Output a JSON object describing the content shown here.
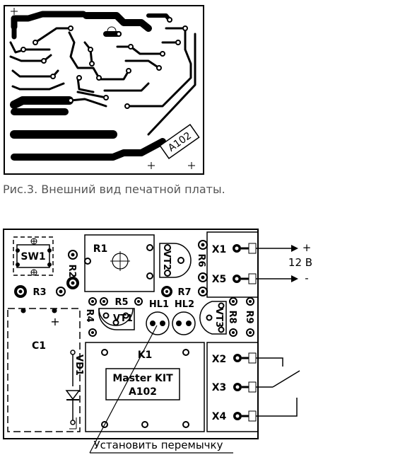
{
  "figure1": {
    "caption": "Рис.3. Внешний вид печатной платы.",
    "board_marking": "A102"
  },
  "figure2": {
    "components": {
      "sw1": "SW1",
      "r1": "R1",
      "r2": "R2",
      "r3": "R3",
      "r4": "R4",
      "r5": "R5",
      "r6": "R6",
      "r7": "R7",
      "r8": "R8",
      "r9": "R9",
      "vt1": "VT1",
      "vt2": "VT2",
      "vt3": "VT3",
      "hl1": "HL1",
      "hl2": "HL2",
      "c1": "C1",
      "vd1": "VD1",
      "k1": "K1",
      "c1_plus": "+"
    },
    "terminals": [
      "X1",
      "X5",
      "X2",
      "X3",
      "X4"
    ],
    "relay_label": [
      "Master KIT",
      "A102"
    ],
    "power": {
      "plus": "+",
      "voltage": "12 В",
      "minus": "-"
    },
    "jumper_note": "Установить перемычку"
  }
}
